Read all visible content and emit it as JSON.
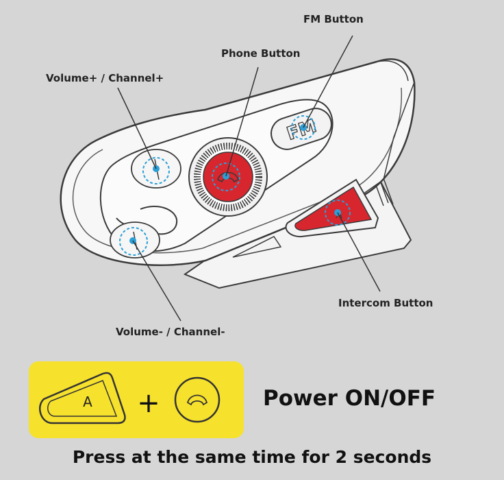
{
  "labels": {
    "fm_button": "FM Button",
    "phone_button": "Phone Button",
    "volume_up": "Volume+ / Channel+",
    "volume_down": "Volume- / Channel-",
    "intercom_button": "Intercom Button"
  },
  "device": {
    "fm_glyph": "FM",
    "intercom_glyph": "A",
    "phone_icon": "phone-handset-icon",
    "volume_icon": "note-icon"
  },
  "combo": {
    "key_label": "A",
    "plus": "+",
    "phone_icon": "phone-handset-icon",
    "title": "Power ON/OFF"
  },
  "instruction": "Press at the same time for 2 seconds",
  "colors": {
    "background": "#d6d6d6",
    "highlight_box": "#f6e12c",
    "button_red": "#d8262f",
    "marker_blue": "#2b9fd6",
    "outline": "#3a3a3a"
  }
}
